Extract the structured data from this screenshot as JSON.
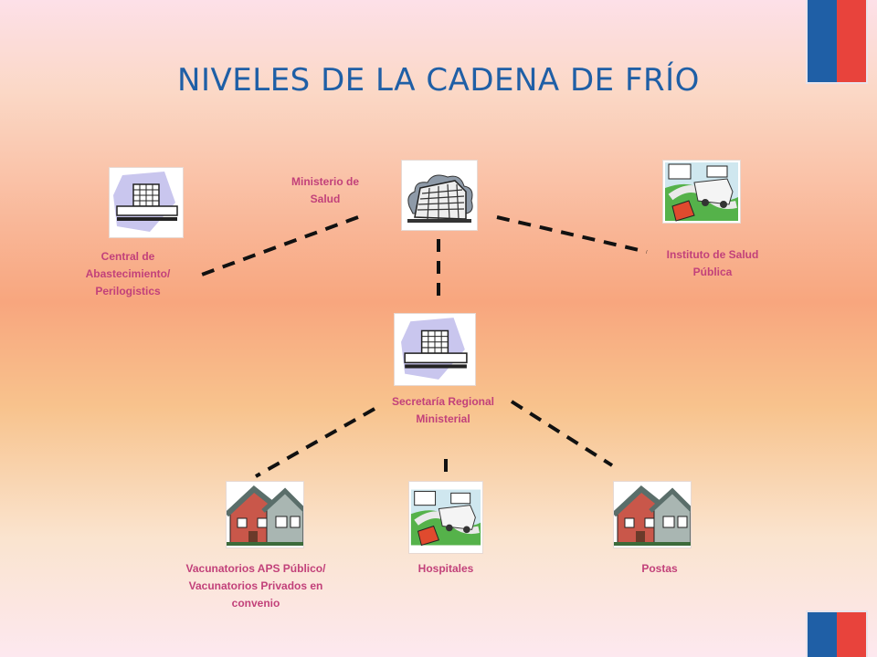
{
  "title": "NIVELES DE LA CADENA DE FRÍO",
  "nodes": {
    "ministerio": "Ministerio de Salud",
    "central": "Central de Abastecimiento/ Perilogistics",
    "instituto": "Instituto de Salud Pública",
    "secretaria": "Secretaría Regional Ministerial",
    "vacunatorios": "Vacunatorios APS Público/ Vacunatorios Privados en convenio",
    "hospitales": "Hospitales",
    "postas": "Postas"
  },
  "colors": {
    "title": "#1f5fa6",
    "label": "#c2417a",
    "flag_blue": "#1f5fa6",
    "flag_red": "#e8433c"
  },
  "icons": {
    "ministerio": "government-building-icon",
    "central": "office-building-icon",
    "instituto": "ambulance-phone-icon",
    "secretaria": "office-building-icon",
    "vacunatorios": "house-icon",
    "hospitales": "ambulance-phone-icon",
    "postas": "house-icon"
  }
}
